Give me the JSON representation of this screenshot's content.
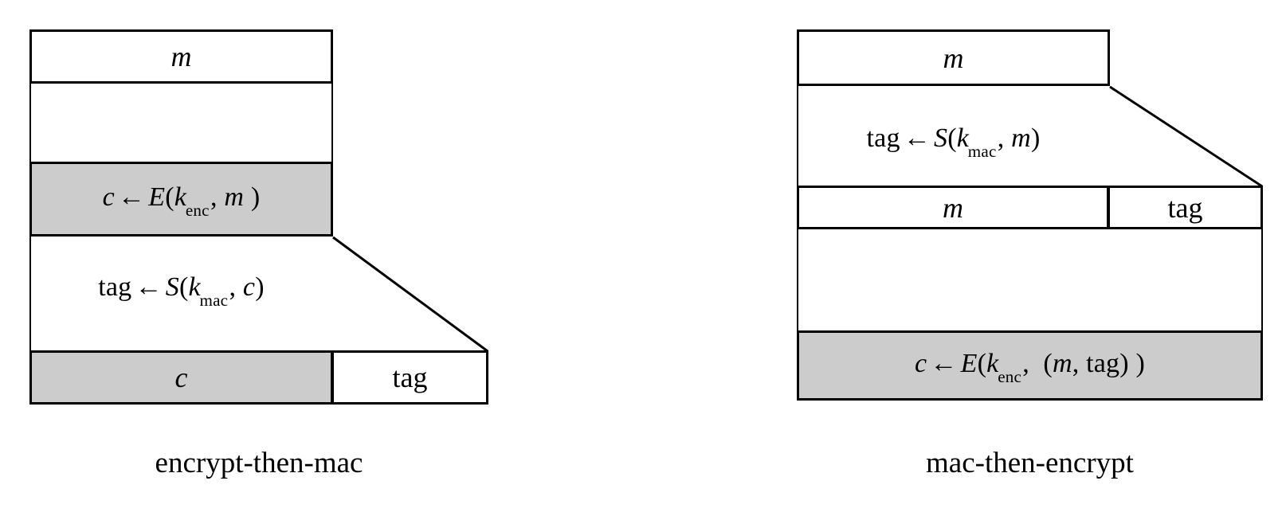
{
  "figure": {
    "title": "",
    "background_color": "#ffffff",
    "shaded_color": "#cccccc",
    "line_color": "#000000"
  },
  "diagrams": [
    {
      "id": "encrypt-then-mac",
      "caption": "encrypt-then-mac",
      "rows": [
        {
          "id": "message",
          "label_plain": "m",
          "shaded": false
        },
        {
          "id": "encrypt-step",
          "label_plain": "c ← E(k_enc, m )",
          "shaded": true
        },
        {
          "id": "mac-step",
          "label_plain": "tag ← S(k_mac, c)",
          "shaded": false
        },
        {
          "id": "output-ciphertext",
          "label_plain": "c",
          "shaded": true
        },
        {
          "id": "output-tag",
          "label_plain": "tag",
          "shaded": false
        }
      ],
      "tokens": {
        "m": "m",
        "c": "c",
        "tag": "tag",
        "arrow": "←",
        "E": "E",
        "S": "S",
        "k": "k",
        "enc": "enc",
        "mac": "mac",
        "comma": ",",
        "lparen": "(",
        "rparen": ")"
      }
    },
    {
      "id": "mac-then-encrypt",
      "caption": "mac-then-encrypt",
      "rows": [
        {
          "id": "message",
          "label_plain": "m",
          "shaded": false
        },
        {
          "id": "mac-step",
          "label_plain": "tag ← S(k_mac, m)",
          "shaded": false
        },
        {
          "id": "payload-message",
          "label_plain": "m",
          "shaded": false
        },
        {
          "id": "payload-tag",
          "label_plain": "tag",
          "shaded": false
        },
        {
          "id": "encrypt-step",
          "label_plain": "c ← E(k_enc,  (m, tag) )",
          "shaded": true
        }
      ],
      "tokens": {
        "m": "m",
        "c": "c",
        "tag": "tag",
        "arrow": "←",
        "E": "E",
        "S": "S",
        "k": "k",
        "enc": "enc",
        "mac": "mac",
        "comma": ",",
        "lparen": "(",
        "rparen": ")"
      }
    }
  ]
}
